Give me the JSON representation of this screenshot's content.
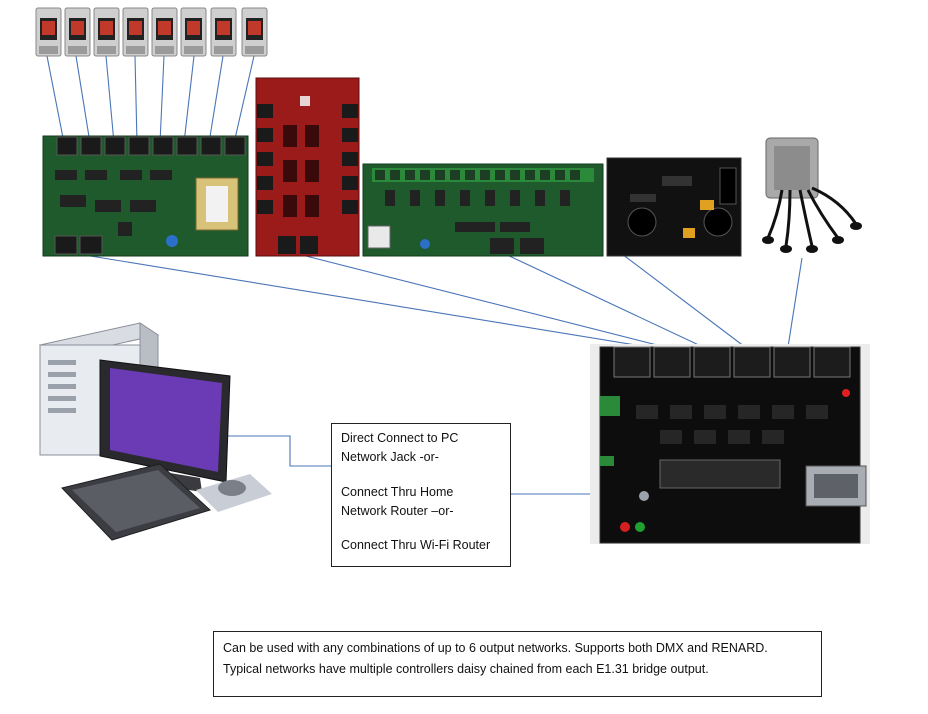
{
  "connection_box": {
    "lines": [
      "Direct Connect to PC",
      "Network Jack  -or-",
      "Connect Thru Home",
      "Network Router –or-",
      "Connect Thru Wi-Fi Router"
    ]
  },
  "note_box": {
    "lines": [
      "Can be used with any combinations of up to 6 output networks.  Supports both DMX and RENARD.",
      "Typical networks have multiple controllers daisy chained from each E1.31  bridge output."
    ]
  },
  "colors": {
    "line": "#4a76b8",
    "pcb_green": "#1f5a2c",
    "pcb_red": "#9b1a1a",
    "pcb_black": "#111111",
    "monitor_screen": "#6b3bb5"
  }
}
